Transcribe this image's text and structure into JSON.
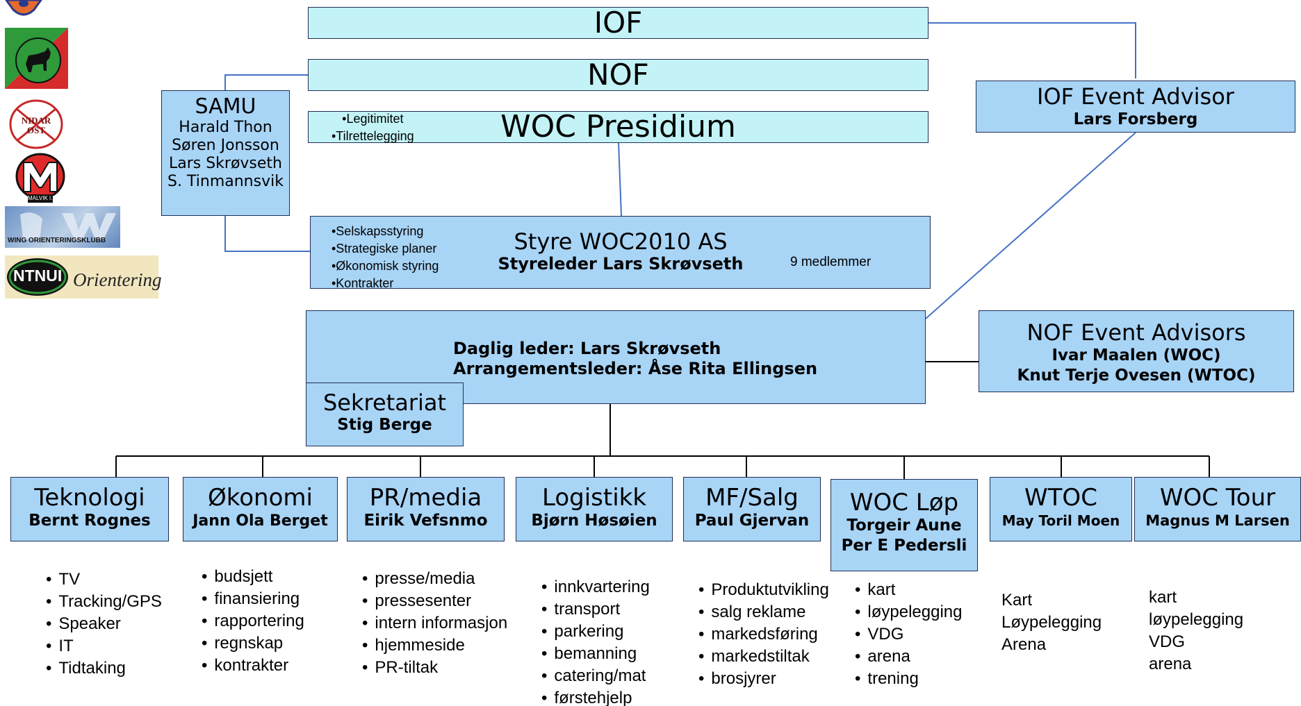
{
  "colors": {
    "box_blue": "#a8d4f6",
    "box_cyan": "#c3f3f6",
    "border": "#1f2f55",
    "line": "#4472c4"
  },
  "iof": "IOF",
  "nof": "NOF",
  "presidium": {
    "title": "WOC Presidium",
    "notes": [
      "•Legitimitet",
      "•Tilrettelegging"
    ]
  },
  "samu": {
    "title": "SAMU",
    "members": [
      "Harald Thon",
      "Søren Jonsson",
      "Lars Skrøvseth",
      "S. Tinmannsvik"
    ]
  },
  "styre": {
    "notes": [
      "•Selskapsstyring",
      "•Strategiske planer",
      "•Økonomisk styring",
      "•Kontrakter"
    ],
    "title": "Styre WOC2010 AS",
    "leader": "Styreleder Lars Skrøvseth",
    "members": "9 medlemmer"
  },
  "iof_advisor": {
    "title": "IOF Event Advisor",
    "name": "Lars Forsberg"
  },
  "nof_advisors": {
    "title": "NOF Event Advisors",
    "names": [
      "Ivar Maalen (WOC)",
      "Knut Terje Ovesen (WTOC)"
    ]
  },
  "management": [
    "Daglig leder: Lars Skrøvseth",
    "Arrangementsleder: Åse Rita Ellingsen"
  ],
  "sekretariat": {
    "title": "Sekretariat",
    "name": "Stig Berge"
  },
  "logos": [
    {
      "icon": "club-shield-logo"
    },
    {
      "icon": "moose-club-logo"
    },
    {
      "icon": "nidaros-club-logo",
      "text": "NIDAR ØST"
    },
    {
      "icon": "malvik-il-logo",
      "text": "MALVIK I.L."
    },
    {
      "icon": "wing-orienteringsklubb-logo",
      "text": "WING ORIENTERINGSKLUBB"
    },
    {
      "icon": "ntnui-orientering-logo",
      "text": "NTNUI Orientering"
    }
  ],
  "departments": [
    {
      "title": "Teknologi",
      "names": [
        "Bernt Rognes"
      ],
      "items": [
        "TV",
        "Tracking/GPS",
        "Speaker",
        "IT",
        "Tidtaking"
      ]
    },
    {
      "title": "Økonomi",
      "names": [
        "Jann Ola Berget"
      ],
      "items": [
        "budsjett",
        "finansiering",
        "rapportering",
        "regnskap",
        "kontrakter"
      ]
    },
    {
      "title": "PR/media",
      "names": [
        "Eirik Vefsnmo"
      ],
      "items": [
        "presse/media",
        "pressesenter",
        "intern informasjon",
        "hjemmeside",
        "PR-tiltak"
      ]
    },
    {
      "title": "Logistikk",
      "names": [
        "Bjørn Høsøien"
      ],
      "items": [
        "innkvartering",
        "transport",
        "parkering",
        "bemanning",
        "catering/mat",
        "førstehjelp"
      ]
    },
    {
      "title": "MF/Salg",
      "names": [
        "Paul Gjervan"
      ],
      "items": [
        "Produktutvikling",
        "salg reklame",
        "markedsføring",
        "markedstiltak",
        "brosjyrer"
      ]
    },
    {
      "title": "WOC Løp",
      "names": [
        "Torgeir Aune",
        "Per E Pedersli"
      ],
      "items": [
        "kart",
        "løypelegging",
        "VDG",
        "arena",
        "trening"
      ]
    },
    {
      "title": "WTOC",
      "names": [
        "May Toril Moen"
      ],
      "items": [
        "Kart",
        "Løypelegging",
        "Arena"
      ]
    },
    {
      "title": "WOC Tour",
      "names": [
        "Magnus M Larsen"
      ],
      "items": [
        "kart",
        "løypelegging",
        "VDG",
        "arena"
      ]
    }
  ]
}
